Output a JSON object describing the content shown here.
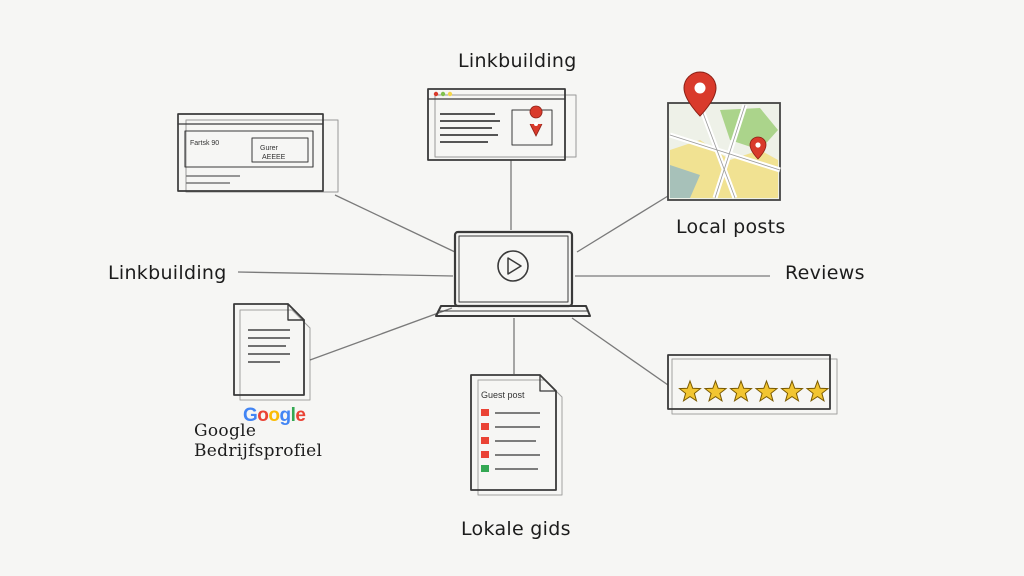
{
  "diagram": {
    "hub": {
      "icon": "laptop-play-icon"
    },
    "nodes": {
      "top": {
        "label": "Linkbuilding",
        "icon": "browser-map-pin-icon"
      },
      "top_left": {
        "icon": "browser-window-icon",
        "texts": [
          "Fartsk 90",
          "Gurer",
          "AEEEE"
        ]
      },
      "left": {
        "label": "Linkbuilding"
      },
      "bottom_left": {
        "label": "Google\nBedrijfsprofiel",
        "logo_text": "Google",
        "icon": "document-icon"
      },
      "bottom": {
        "label": "Lokale gids",
        "icon": "checklist-document-icon",
        "doc_title": "Guest post"
      },
      "top_right": {
        "label": "Local posts",
        "icon": "map-pin-icon"
      },
      "right": {
        "label": "Reviews"
      },
      "bottom_right": {
        "icon": "five-stars-icon",
        "rating": 6,
        "max": 6
      }
    },
    "colors": {
      "pin": "#d93a2b",
      "star": "#f2c531",
      "map_green": "#7fc14d",
      "map_yellow": "#f4d64a",
      "map_blue": "#6aa6d8",
      "google": [
        "#4285f4",
        "#ea4335",
        "#fbbc05",
        "#4285f4",
        "#34a853",
        "#ea4335"
      ]
    }
  }
}
